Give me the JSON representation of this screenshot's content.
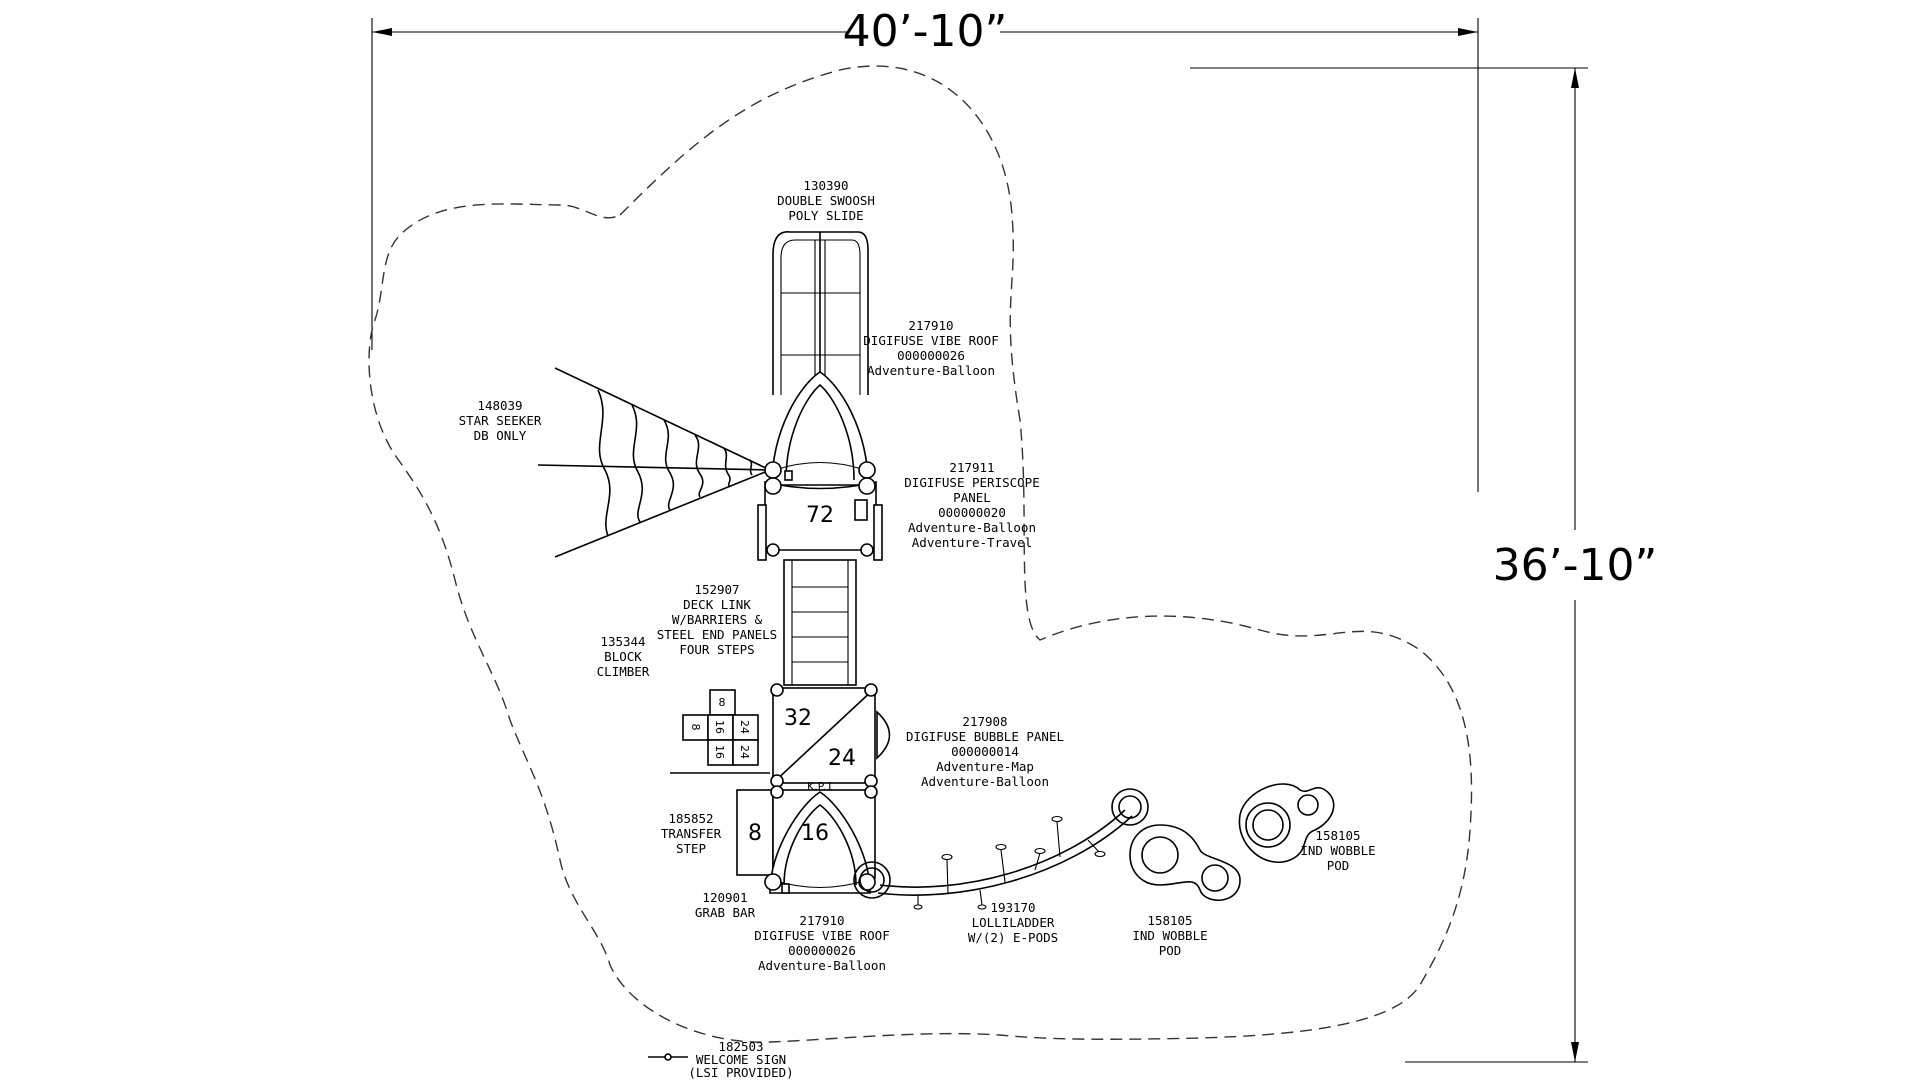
{
  "dimensions": {
    "width_label": "40’-10”",
    "height_label": "36’-10”"
  },
  "decks": {
    "d72": "72",
    "d32": "32",
    "d24": "24",
    "d16": "16",
    "d8": "8",
    "kp1": "K.P.1",
    "climber_cells": [
      "8",
      "16",
      "8",
      "24",
      "16",
      "24"
    ]
  },
  "labels": {
    "slide": [
      "130390",
      "DOUBLE SWOOSH",
      "POLY SLIDE"
    ],
    "vibe_roof_top": [
      "217910",
      "DIGIFUSE VIBE ROOF",
      "000000026",
      "Adventure-Balloon"
    ],
    "star_seeker": [
      "148039",
      "STAR SEEKER",
      "DB ONLY"
    ],
    "periscope": [
      "217911",
      "DIGIFUSE PERISCOPE",
      "PANEL",
      "000000020",
      "Adventure-Balloon",
      "Adventure-Travel"
    ],
    "deck_link": [
      "152907",
      "DECK LINK",
      "W/BARRIERS &",
      "STEEL END PANELS",
      "FOUR STEPS"
    ],
    "block_climber": [
      "135344",
      "BLOCK",
      "CLIMBER"
    ],
    "bubble_panel": [
      "217908",
      "DIGIFUSE BUBBLE PANEL",
      "000000014",
      "Adventure-Map",
      "Adventure-Balloon"
    ],
    "transfer_step": [
      "185852",
      "TRANSFER",
      "STEP"
    ],
    "grab_bar": [
      "120901",
      "GRAB BAR"
    ],
    "vibe_roof_bottom": [
      "217910",
      "DIGIFUSE VIBE ROOF",
      "000000026",
      "Adventure-Balloon"
    ],
    "lolliladder": [
      "193170",
      "LOLLILADDER",
      "W/(2) E-PODS"
    ],
    "wobble_pod_left": [
      "158105",
      "IND WOBBLE",
      "POD"
    ],
    "wobble_pod_right": [
      "158105",
      "IND WOBBLE",
      "POD"
    ],
    "welcome_sign": [
      "182503",
      "WELCOME SIGN",
      "(LSI PROVIDED)"
    ]
  }
}
